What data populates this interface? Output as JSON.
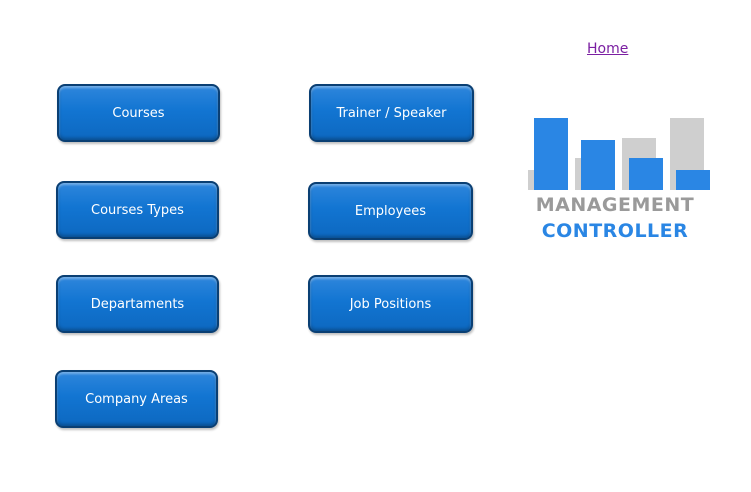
{
  "buttons": {
    "courses": "Courses",
    "trainer_speaker": "Trainer / Speaker",
    "courses_types": "Courses Types",
    "employees": "Employees",
    "departaments": "Departaments",
    "job_positions": "Job Positions",
    "company_areas": "Company Areas"
  },
  "home_link": "Home",
  "logo": {
    "line1": "MANAGEMENT",
    "line2": "CONTROLLER",
    "colors": {
      "gray": "#cfcfcf",
      "blue": "#2a86e4"
    }
  },
  "colors": {
    "button": "#1275d2",
    "button_border": "#0a3f73",
    "link": "#7b1fa2"
  }
}
